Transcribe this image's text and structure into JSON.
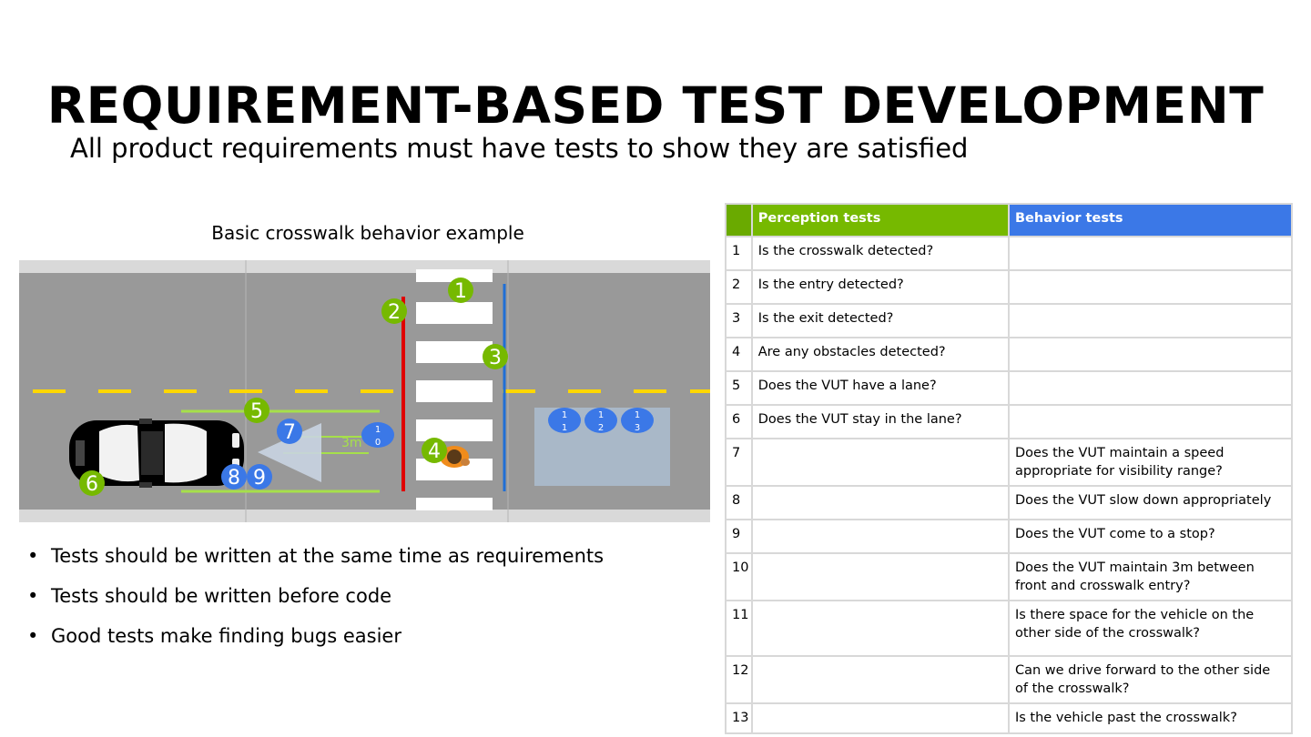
{
  "title": "REQUIREMENT-BASED TEST DEVELOPMENT",
  "subtitle": "All product requirements must have tests to show they are satisfied",
  "diagram": {
    "caption": "Basic crosswalk behavior example",
    "distance_label": "3m",
    "markers": [
      {
        "label": "1",
        "color": "#76b900"
      },
      {
        "label": "2",
        "color": "#76b900"
      },
      {
        "label": "3",
        "color": "#76b900"
      },
      {
        "label": "4",
        "color": "#76b900"
      },
      {
        "label": "5",
        "color": "#76b900"
      },
      {
        "label": "6",
        "color": "#76b900"
      },
      {
        "label": "7",
        "color": "#3b78e7"
      },
      {
        "label": "8",
        "color": "#3b78e7"
      },
      {
        "label": "9",
        "color": "#3b78e7"
      },
      {
        "label": "1 0",
        "color": "#3b78e7"
      },
      {
        "label": "1 1",
        "color": "#3b78e7"
      },
      {
        "label": "1 2",
        "color": "#3b78e7"
      },
      {
        "label": "1 3",
        "color": "#3b78e7"
      }
    ],
    "colors": {
      "road": "#999999",
      "shoulder": "#d9d9d9",
      "lane_dash": "#ffd700",
      "entry_line": "#e00000",
      "exit_line": "#1f6fd6",
      "lane_bounds": "#a6e04a",
      "space_zone": "#a9b8c8"
    }
  },
  "bullets": [
    "Tests should be written at the same time as requirements",
    "Tests should be written before code",
    "Good tests make finding bugs easier"
  ],
  "table": {
    "headers": [
      "",
      "Perception tests",
      "Behavior tests"
    ],
    "header_colors": [
      "#6aaa00",
      "#76b900",
      "#3b78e7"
    ],
    "rows": [
      [
        "1",
        "Is the crosswalk detected?",
        ""
      ],
      [
        "2",
        "Is the entry detected?",
        ""
      ],
      [
        "3",
        "Is the exit detected?",
        ""
      ],
      [
        "4",
        "Are any obstacles detected?",
        ""
      ],
      [
        "5",
        "Does the VUT have a lane?",
        ""
      ],
      [
        "6",
        "Does the VUT stay in the lane?",
        ""
      ],
      [
        "7",
        "",
        "Does the VUT maintain a speed appropriate for visibility range?"
      ],
      [
        "8",
        "",
        "Does the VUT slow down appropriately"
      ],
      [
        "9",
        "",
        "Does the VUT come to a stop?"
      ],
      [
        "10",
        "",
        "Does the VUT maintain 3m between front and crosswalk entry?"
      ],
      [
        "11",
        "",
        "Is there space for the vehicle on the other side of the crosswalk?"
      ],
      [
        "12",
        "",
        "Can we drive forward to the other side of the crosswalk?"
      ],
      [
        "13",
        "",
        "Is the vehicle past the crosswalk?"
      ]
    ]
  }
}
